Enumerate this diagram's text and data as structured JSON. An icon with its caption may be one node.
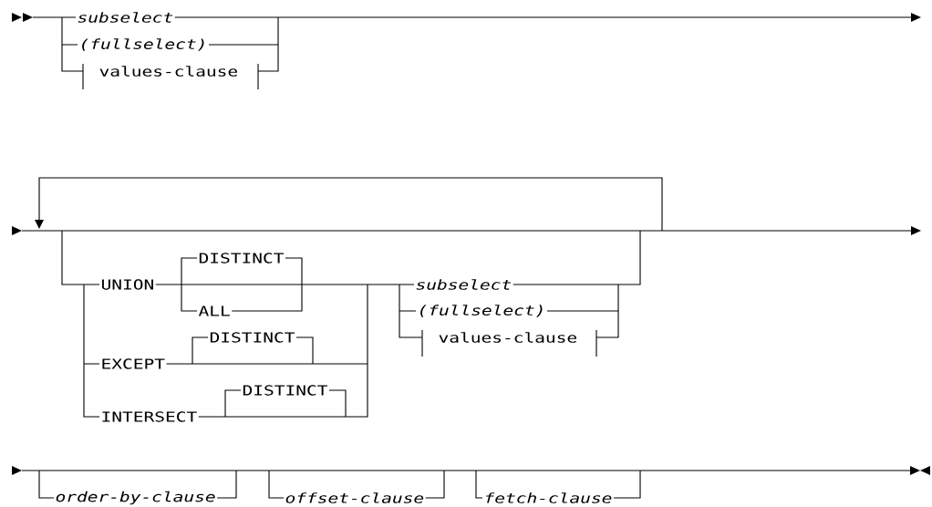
{
  "diagram": {
    "labels": [
      "subselect",
      "(fullselect)",
      "values-clause",
      "DISTINCT",
      "UNION",
      "subselect",
      "ALL",
      "(fullselect)",
      "DISTINCT",
      "values-clause",
      "EXCEPT",
      "DISTINCT",
      "INTERSECT",
      "order-by-clause",
      "offset-clause",
      "fetch-clause"
    ]
  }
}
